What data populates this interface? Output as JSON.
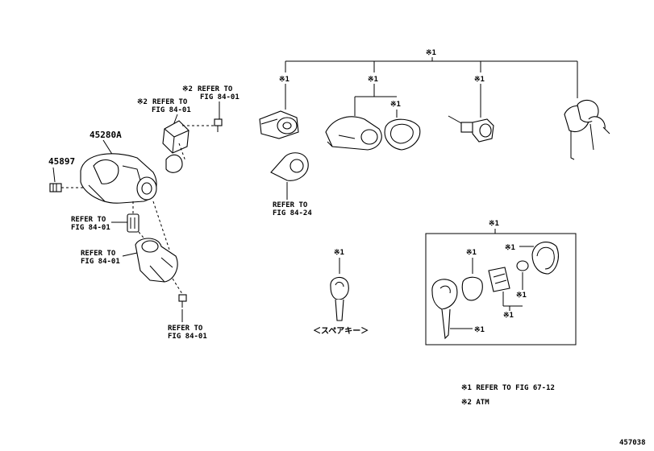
{
  "labels": {
    "mark1": "※1",
    "mark2": "※2",
    "refer_to": "REFER TO",
    "part_45280a": "45280A",
    "part_45897": "45897",
    "ref_fig_84_01": "FIG 84-01",
    "ref_fig_84_24": "FIG 84-24",
    "spare_key": "＜スペアキー＞",
    "legend_1": "※1 REFER TO FIG 67-12",
    "legend_2": "※2 ATM",
    "figure_id": "457038"
  }
}
